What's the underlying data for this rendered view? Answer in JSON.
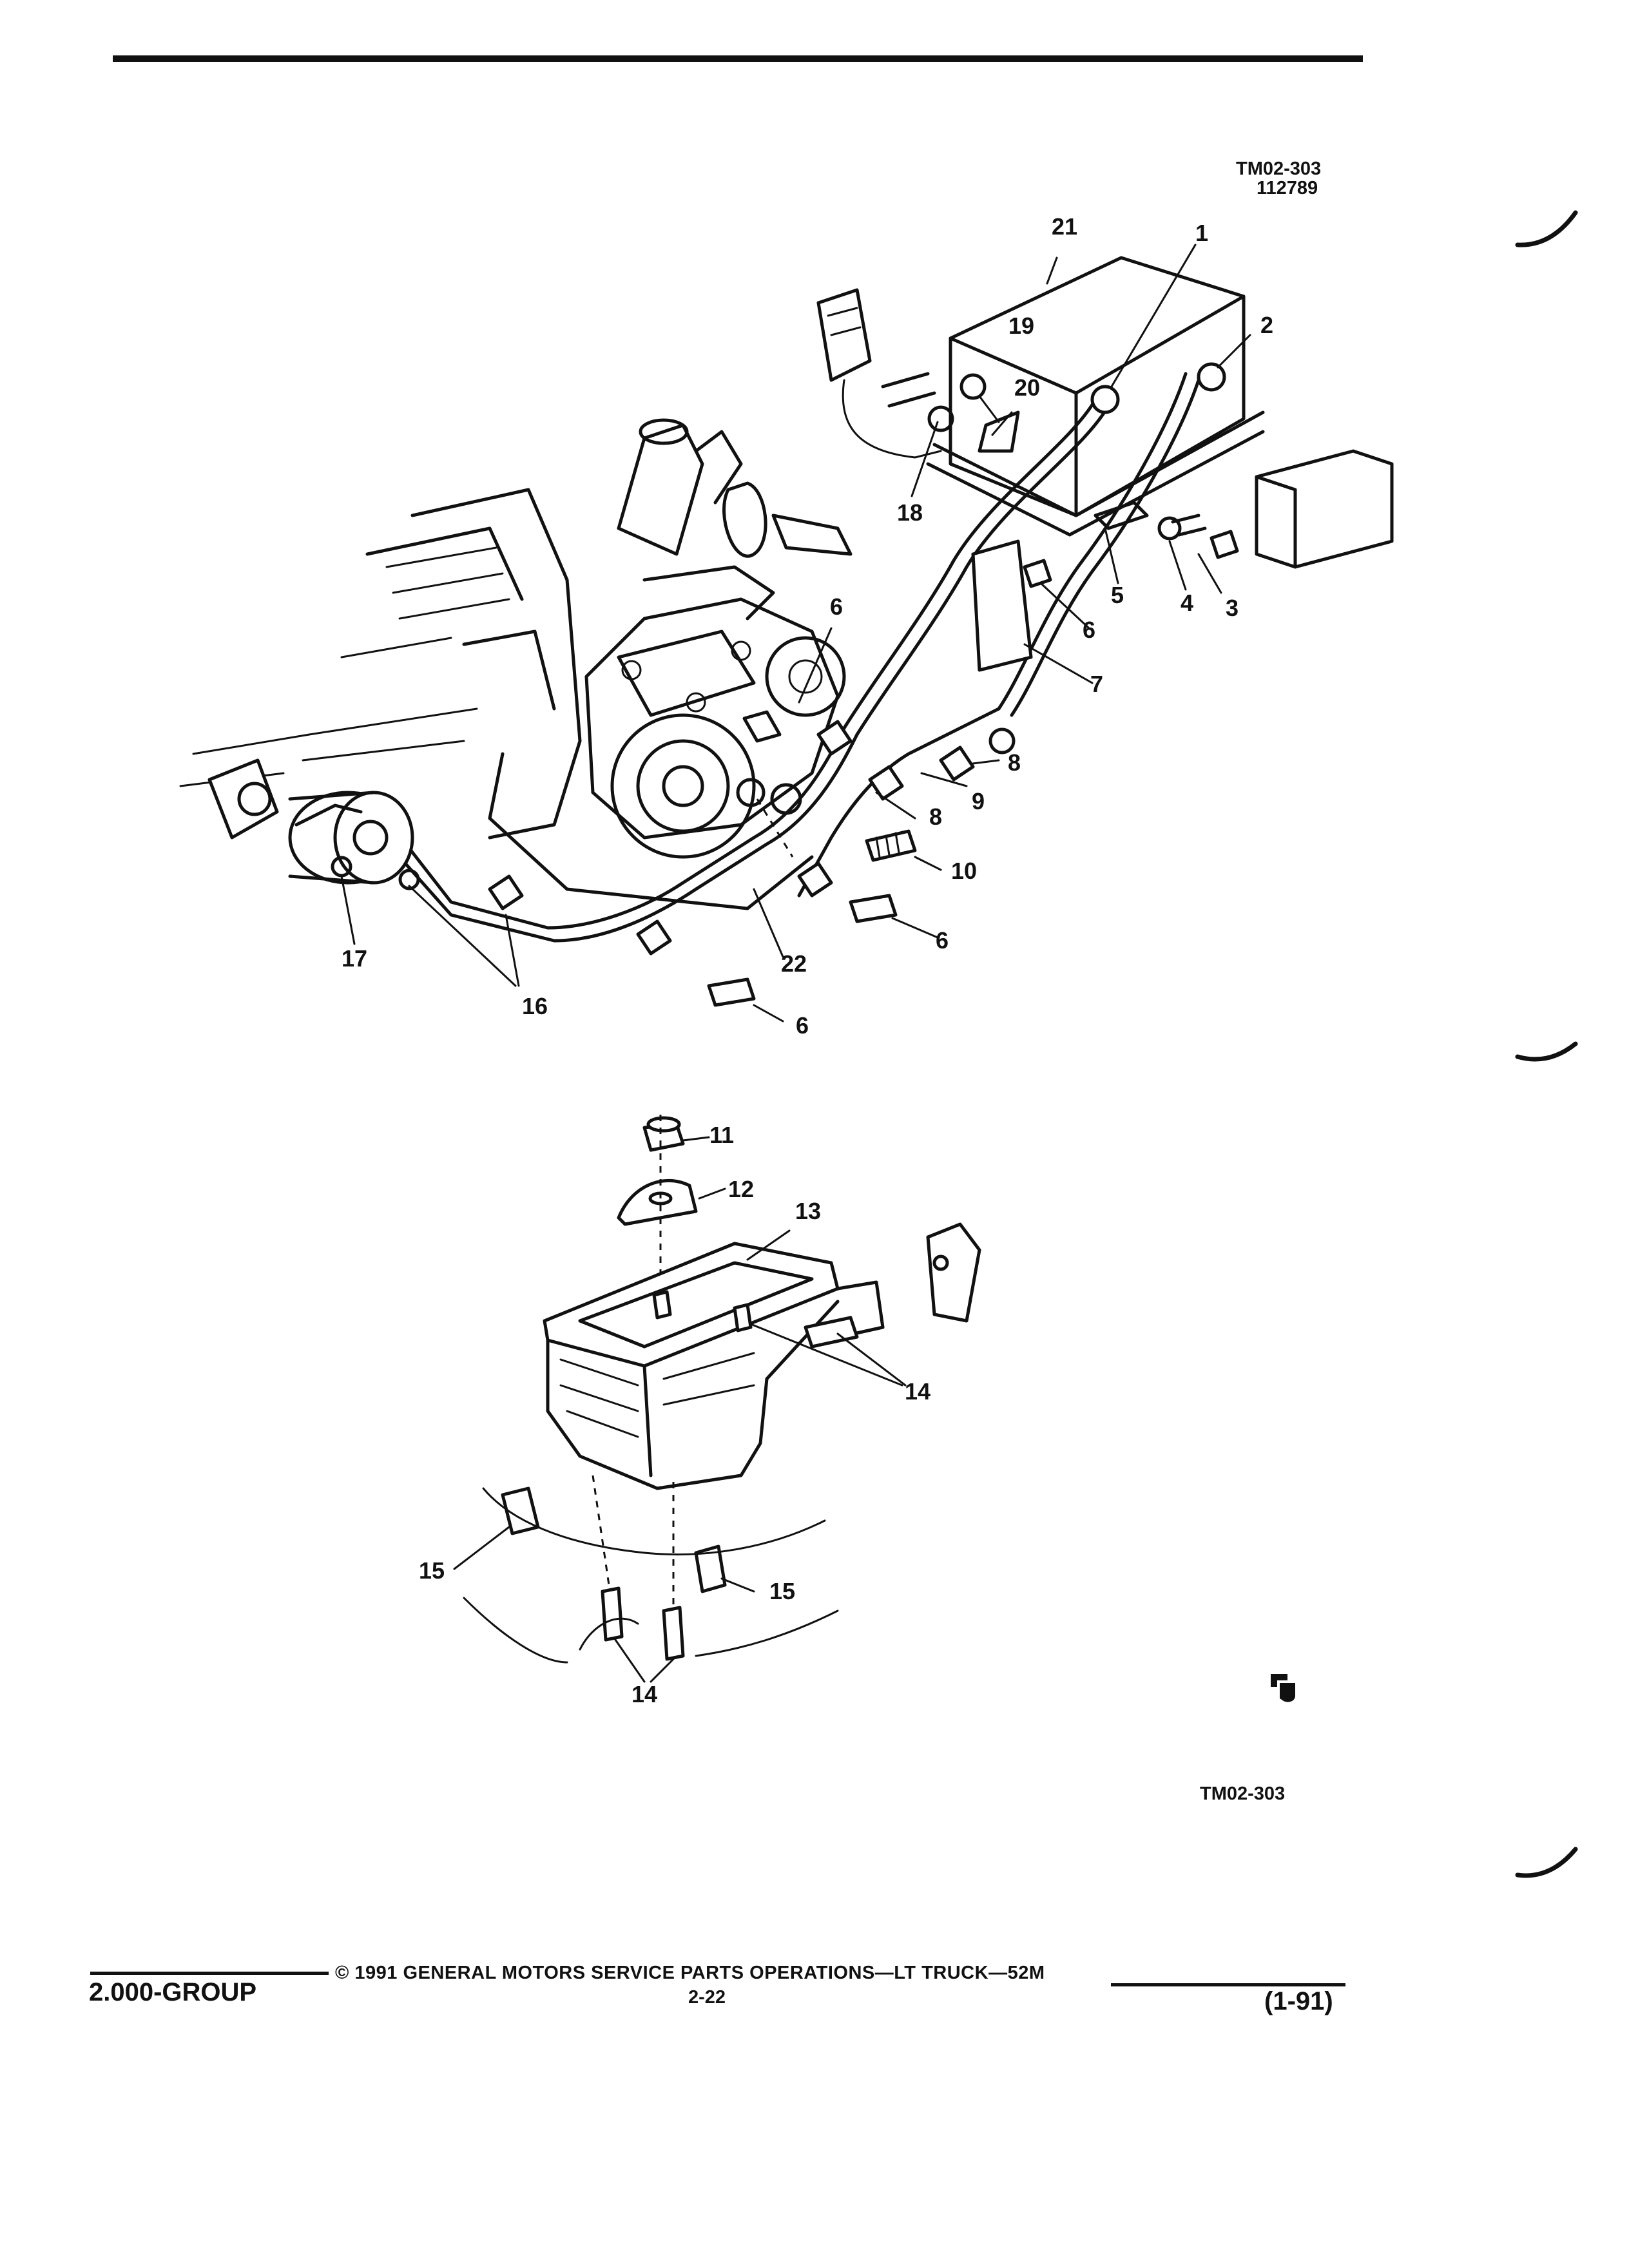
{
  "figure_id": {
    "code": "TM02-303",
    "number": "112789"
  },
  "callouts": [
    {
      "id": "c1",
      "label": "1"
    },
    {
      "id": "c2",
      "label": "2"
    },
    {
      "id": "c3",
      "label": "3"
    },
    {
      "id": "c4",
      "label": "4"
    },
    {
      "id": "c5",
      "label": "5"
    },
    {
      "id": "c6a",
      "label": "6"
    },
    {
      "id": "c6b",
      "label": "6"
    },
    {
      "id": "c6c",
      "label": "6"
    },
    {
      "id": "c6d",
      "label": "6"
    },
    {
      "id": "c7",
      "label": "7"
    },
    {
      "id": "c8a",
      "label": "8"
    },
    {
      "id": "c8b",
      "label": "8"
    },
    {
      "id": "c9",
      "label": "9"
    },
    {
      "id": "c10",
      "label": "10"
    },
    {
      "id": "c11",
      "label": "11"
    },
    {
      "id": "c12",
      "label": "12"
    },
    {
      "id": "c13",
      "label": "13"
    },
    {
      "id": "c14a",
      "label": "14"
    },
    {
      "id": "c14b",
      "label": "14"
    },
    {
      "id": "c15a",
      "label": "15"
    },
    {
      "id": "c15b",
      "label": "15"
    },
    {
      "id": "c16",
      "label": "16"
    },
    {
      "id": "c17",
      "label": "17"
    },
    {
      "id": "c18",
      "label": "18"
    },
    {
      "id": "c19",
      "label": "19"
    },
    {
      "id": "c20",
      "label": "20"
    },
    {
      "id": "c21",
      "label": "21"
    },
    {
      "id": "c22",
      "label": "22"
    }
  ],
  "bottom_ref": "TM02-303",
  "footer": {
    "group": "2.000-GROUP",
    "copyright": "© 1991 GENERAL MOTORS SERVICE PARTS OPERATIONS—LT TRUCK—52M",
    "page": "2-22",
    "date": "(1-91)"
  }
}
